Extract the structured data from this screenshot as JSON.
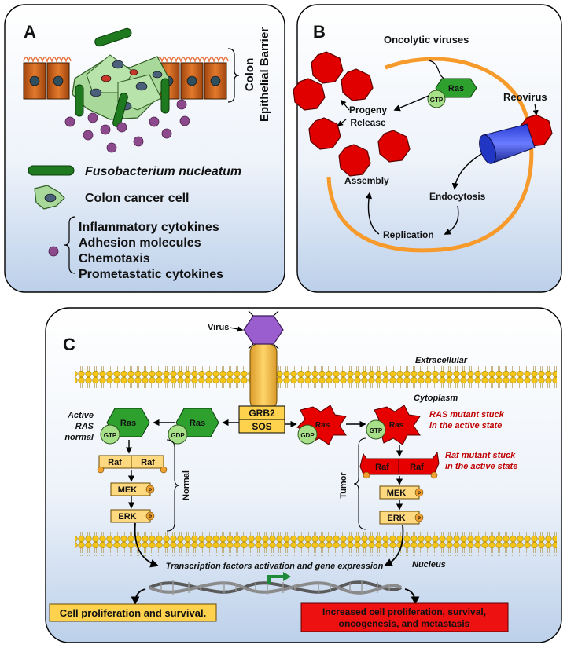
{
  "panel_a": {
    "letter": "A",
    "barrier_label_1": "Colon",
    "barrier_label_2": "Epithelial Barrier",
    "legend_bacterium": "Fusobacterium nucleatum",
    "legend_cancer_cell": "Colon cancer cell",
    "legend_items": [
      "Inflammatory cytokines",
      "Adhesion molecules",
      "Chemotaxis",
      "Prometastatic cytokines"
    ]
  },
  "panel_b": {
    "letter": "B",
    "title": "Oncolytic viruses",
    "reovirus": "Reovirus",
    "progeny_1": "Progeny",
    "progeny_2": "Release",
    "assembly": "Assembly",
    "endocytosis": "Endocytosis",
    "replication": "Replication",
    "ras": "Ras",
    "gtp": "GTP"
  },
  "panel_c": {
    "letter": "C",
    "virus": "Virus",
    "extracellular": "Extracellular",
    "cytoplasm": "Cytoplasm",
    "nucleus": "Nucleus",
    "grb2": "GRB2",
    "sos": "SOS",
    "ras": "Ras",
    "gdp": "GDP",
    "gtp": "GTP",
    "raf": "Raf",
    "mek": "MEK",
    "erk": "ERK",
    "p": "P",
    "active_ras_1": "Active",
    "active_ras_2": "RAS",
    "active_ras_3": "normal",
    "normal": "Normal",
    "tumor": "Tumor",
    "ras_mutant_1": "RAS mutant stuck",
    "ras_mutant_2": "in the active state",
    "raf_mutant_1": "Raf mutant stuck",
    "raf_mutant_2": "in the active state",
    "transcription": "Transcription factors activation and gene expression",
    "outcome_normal": "Cell proliferation and survival.",
    "outcome_tumor_1": "Increased cell proliferation, survival,",
    "outcome_tumor_2": "oncogenesis, and metastasis"
  }
}
